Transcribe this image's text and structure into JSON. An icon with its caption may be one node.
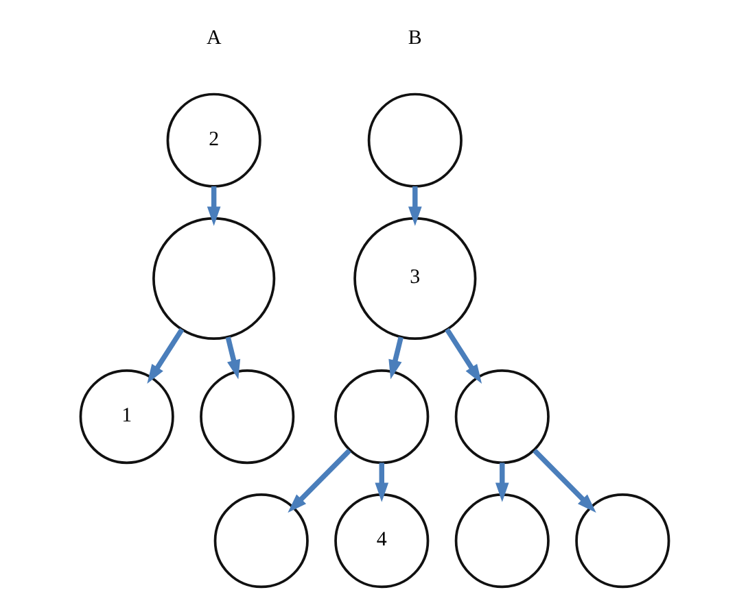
{
  "diagram": {
    "nodes": [
      {
        "text": [
          "2"
        ]
      },
      {
        "text": [],
        "shape": "circle"
      },
      {
        "text": [
          "1"
        ]
      },
      {
        "text": [],
        "shape": "circle"
      },
      {
        "text": [],
        "shape": "circle"
      },
      {
        "text": [
          "3"
        ]
      },
      {
        "text": [],
        "shape": "circle"
      },
      {
        "text": [],
        "shape": "circle"
      },
      {
        "text": [],
        "shape": "circle"
      },
      {
        "text": [
          "4"
        ]
      },
      {
        "text": [],
        "shape": "circle"
      },
      {
        "text": [],
        "shape": "circle"
      }
    ],
    "edges": [
      {
        "from": 0,
        "to": 1,
        "arrow": "to"
      },
      {
        "from": 1,
        "to": 2,
        "arrow": "to"
      },
      {
        "from": 1,
        "to": 3,
        "arrow": "to"
      },
      {
        "from": 4,
        "to": 5,
        "arrow": "to"
      },
      {
        "from": 5,
        "to": 6,
        "arrow": "to"
      },
      {
        "from": 5,
        "to": 7,
        "arrow": "to"
      },
      {
        "from": 6,
        "to": 8,
        "arrow": "to"
      },
      {
        "from": 6,
        "to": 9,
        "arrow": "to"
      },
      {
        "from": 7,
        "to": 10,
        "arrow": "to"
      },
      {
        "from": 7,
        "to": 11,
        "arrow": "to"
      }
    ],
    "labels": [
      "A",
      "B"
    ]
  }
}
